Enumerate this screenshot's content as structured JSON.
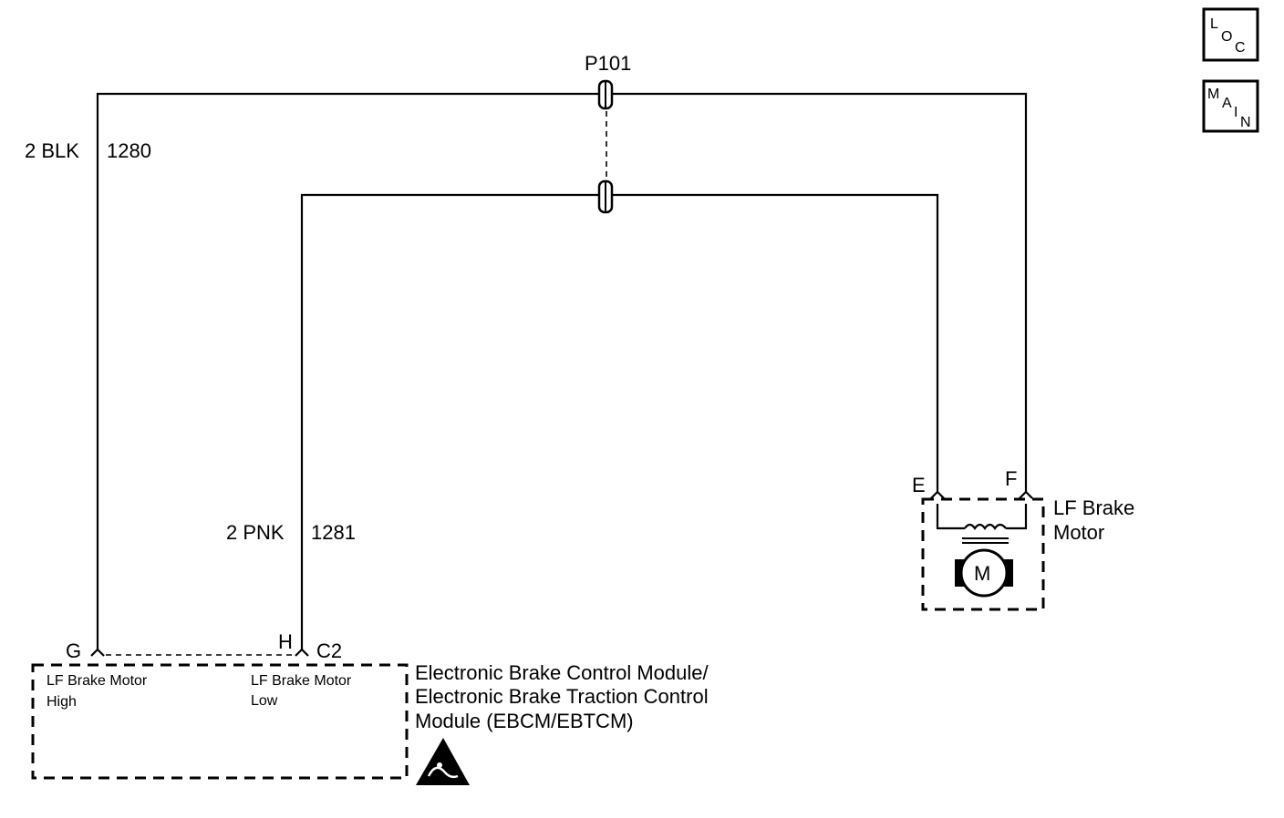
{
  "nav": {
    "loc_button": {
      "l1": "L",
      "l2": "O",
      "l3": "C"
    },
    "main_button": {
      "l1": "M",
      "l2": "A",
      "l3": "I",
      "l4": "N"
    }
  },
  "connector": {
    "name": "P101"
  },
  "wires": {
    "high": {
      "gauge_color": "2 BLK",
      "circuit": "1280"
    },
    "low": {
      "gauge_color": "2 PNK",
      "circuit": "1281"
    }
  },
  "motor": {
    "name_line1": "LF Brake",
    "name_line2": "Motor",
    "pin_e": "E",
    "pin_f": "F",
    "symbol": "M"
  },
  "module": {
    "pin_g": "G",
    "pin_h": "H",
    "connector": "C2",
    "high_label_line1": "LF Brake Motor",
    "high_label_line2": "High",
    "low_label_line1": "LF Brake Motor",
    "low_label_line2": "Low",
    "name_line1": "Electronic Brake Control Module/",
    "name_line2": "Electronic Brake Traction Control",
    "name_line3": "Module (EBCM/EBTCM)"
  },
  "icons": {
    "esd": "esd-warning-icon",
    "motor": "motor-icon",
    "coil": "coil-icon",
    "inline_connector": "inline-connector-icon"
  }
}
